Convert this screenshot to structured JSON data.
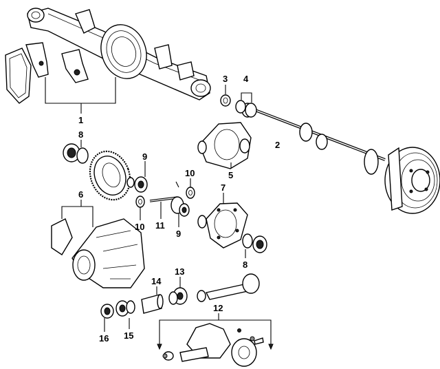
{
  "callouts": {
    "c1": "1",
    "c2": "2",
    "c3": "3",
    "c4": "4",
    "c5": "5",
    "c6": "6",
    "c7": "7",
    "c8a": "8",
    "c8b": "8",
    "c9a": "9",
    "c9b": "9",
    "c10a": "10",
    "c10b": "10",
    "c11": "11",
    "c12": "12",
    "c13": "13",
    "c14": "14",
    "c15": "15",
    "c16": "16"
  }
}
